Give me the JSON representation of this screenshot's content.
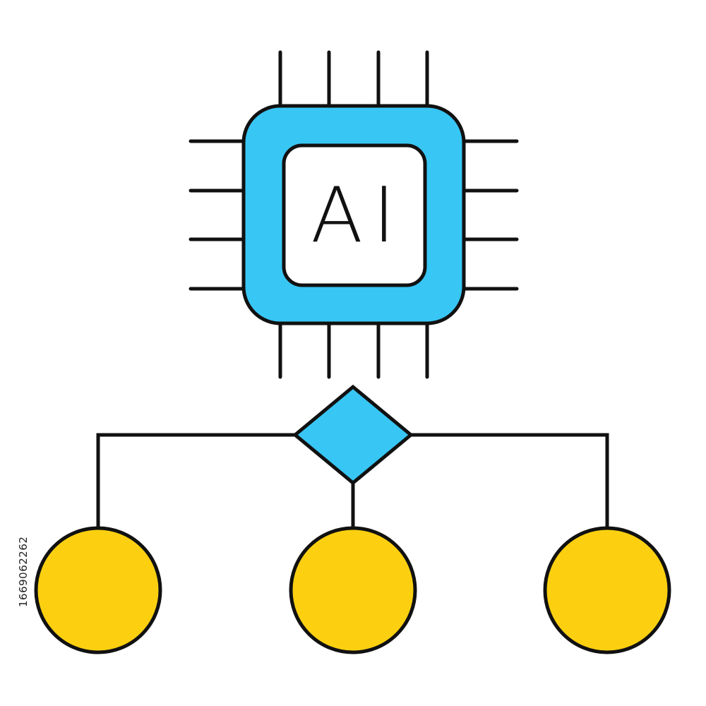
{
  "chip": {
    "label": "AI",
    "icon": "ai-chip-icon"
  },
  "decision": {
    "icon": "decision-diamond-icon"
  },
  "outputs": [
    {
      "icon": "output-node-circle"
    },
    {
      "icon": "output-node-circle"
    },
    {
      "icon": "output-node-circle"
    }
  ],
  "stock_id": "1669062262",
  "colors": {
    "stroke": "#111111",
    "chip_fill": "#38c6f4",
    "chip_inner": "#ffffff",
    "diamond_fill": "#38c6f4",
    "node_fill": "#fcd010",
    "background": "#ffffff"
  }
}
